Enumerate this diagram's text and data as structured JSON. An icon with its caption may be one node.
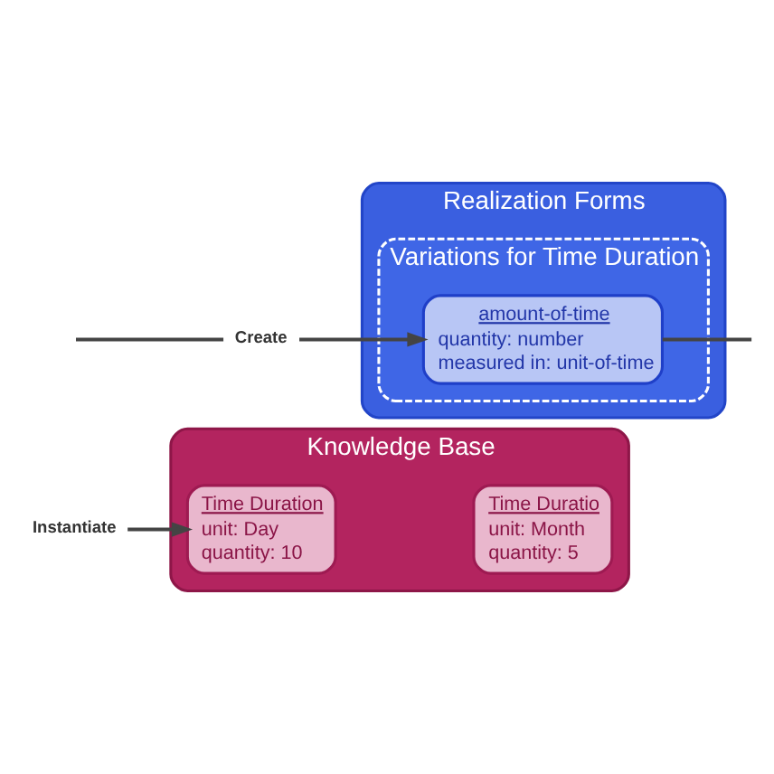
{
  "diagram": {
    "nodes": [
      {
        "text": [
          "Knowledge Base"
        ]
      },
      {
        "text": [
          "Time Duration",
          "unit: Day",
          "quantity: 10"
        ],
        "in": 0
      },
      {
        "text": [
          "Time Duratio",
          "unit: Month",
          "quantity: 5"
        ],
        "in": 0
      },
      {
        "text": [
          "Realization Forms"
        ]
      },
      {
        "text": [
          "Variations for Time Duration"
        ],
        "in": 3
      },
      {
        "text": [
          "amount-of-time",
          "quantity: number",
          "measured in: unit-of-time"
        ],
        "in": 4
      },
      {
        "text": [
          "Instantiate"
        ]
      },
      {
        "text": [
          "Create"
        ]
      }
    ],
    "edges": [
      {
        "from": 6,
        "to": 1,
        "arrow": "to"
      },
      {
        "from": null,
        "to": 7,
        "arrow": "none"
      },
      {
        "from": 7,
        "to": 5,
        "arrow": "to"
      },
      {
        "from": 5,
        "to": null,
        "arrow": "none"
      }
    ]
  }
}
